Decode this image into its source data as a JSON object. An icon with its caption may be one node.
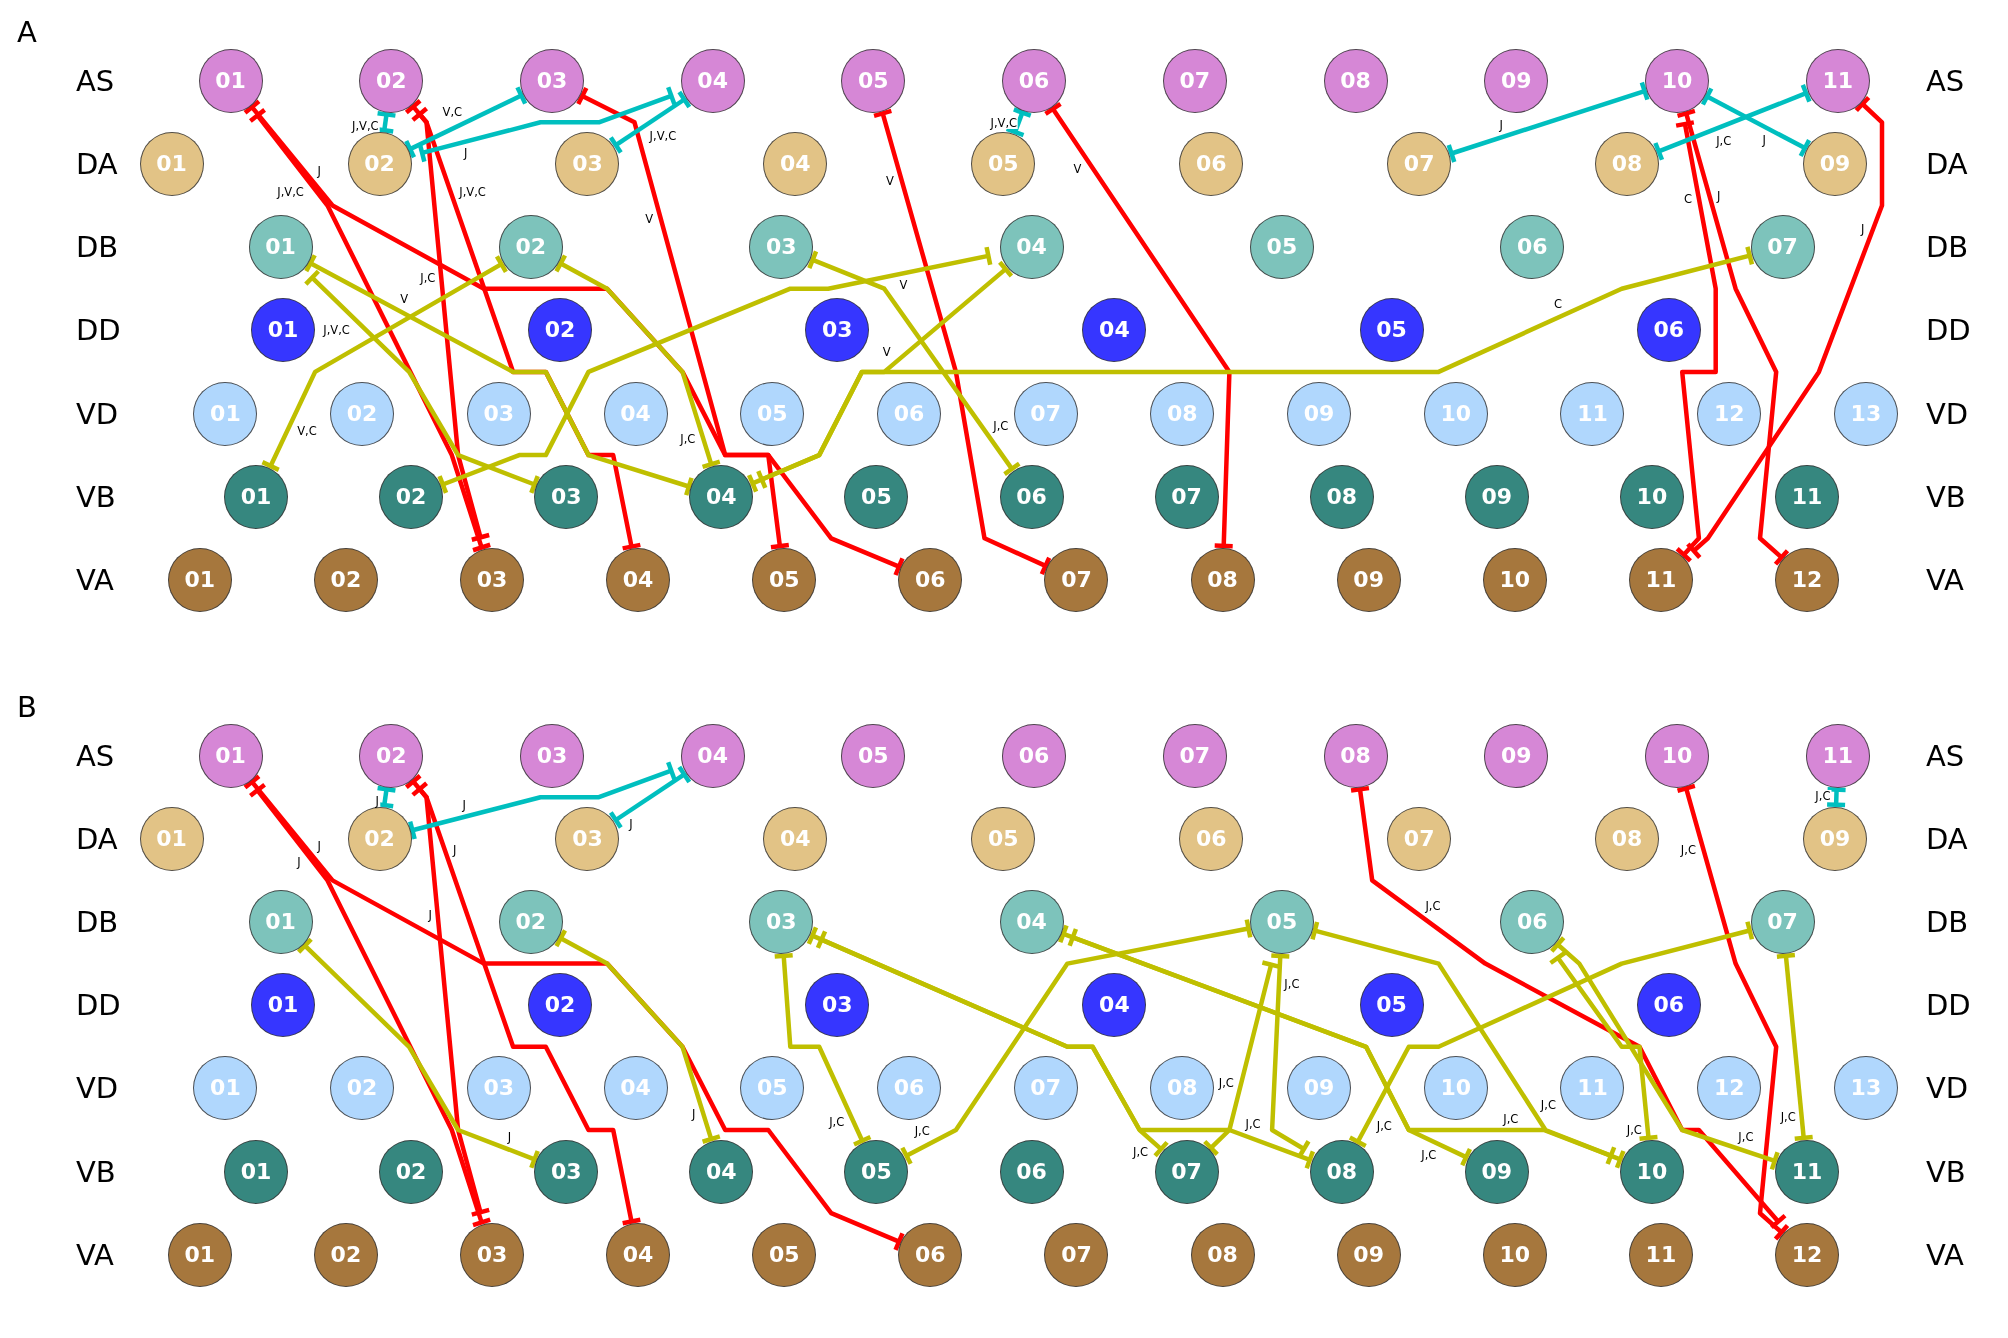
{
  "diagram": {
    "nodes": [
      {
        "text": [
          "01"
        ]
      },
      {
        "text": [
          "02"
        ]
      },
      {
        "text": [
          "03"
        ]
      },
      {
        "text": [
          "04"
        ]
      },
      {
        "text": [
          "05"
        ]
      },
      {
        "text": [
          "06"
        ]
      },
      {
        "text": [
          "07"
        ]
      },
      {
        "text": [
          "08"
        ]
      },
      {
        "text": [
          "09"
        ]
      },
      {
        "text": [
          "10"
        ]
      },
      {
        "text": [
          "11"
        ]
      },
      {
        "text": [
          "01"
        ]
      },
      {
        "text": [
          "02"
        ]
      },
      {
        "text": [
          "03"
        ]
      },
      {
        "text": [
          "04"
        ]
      },
      {
        "text": [
          "05"
        ]
      },
      {
        "text": [
          "06"
        ]
      },
      {
        "text": [
          "07"
        ]
      },
      {
        "text": [
          "08"
        ]
      },
      {
        "text": [
          "09"
        ]
      },
      {
        "text": [
          "01"
        ]
      },
      {
        "text": [
          "02"
        ]
      },
      {
        "text": [
          "03"
        ]
      },
      {
        "text": [
          "04"
        ]
      },
      {
        "text": [
          "05"
        ]
      },
      {
        "text": [
          "06"
        ]
      },
      {
        "text": [
          "07"
        ]
      },
      {
        "text": [
          "01"
        ]
      },
      {
        "text": [
          "02"
        ]
      },
      {
        "text": [
          "03"
        ]
      },
      {
        "text": [
          "04"
        ]
      },
      {
        "text": [
          "05"
        ]
      },
      {
        "text": [
          "06"
        ]
      },
      {
        "text": [
          "01"
        ]
      },
      {
        "text": [
          "02"
        ]
      },
      {
        "text": [
          "03"
        ]
      },
      {
        "text": [
          "04"
        ]
      },
      {
        "text": [
          "05"
        ]
      },
      {
        "text": [
          "06"
        ]
      },
      {
        "text": [
          "07"
        ]
      },
      {
        "text": [
          "08"
        ]
      },
      {
        "text": [
          "09"
        ]
      },
      {
        "text": [
          "10"
        ]
      },
      {
        "text": [
          "11"
        ]
      },
      {
        "text": [
          "12"
        ]
      },
      {
        "text": [
          "13"
        ]
      },
      {
        "text": [
          "01"
        ]
      },
      {
        "text": [
          "02"
        ]
      },
      {
        "text": [
          "03"
        ]
      },
      {
        "text": [
          "04"
        ]
      },
      {
        "text": [
          "05"
        ]
      },
      {
        "text": [
          "06"
        ]
      },
      {
        "text": [
          "07"
        ]
      },
      {
        "text": [
          "08"
        ]
      },
      {
        "text": [
          "09"
        ]
      },
      {
        "text": [
          "10"
        ]
      },
      {
        "text": [
          "11"
        ]
      },
      {
        "text": [
          "01"
        ]
      },
      {
        "text": [
          "02"
        ]
      },
      {
        "text": [
          "03"
        ]
      },
      {
        "text": [
          "04"
        ]
      },
      {
        "text": [
          "05"
        ]
      },
      {
        "text": [
          "06"
        ]
      },
      {
        "text": [
          "07"
        ]
      },
      {
        "text": [
          "08"
        ]
      },
      {
        "text": [
          "09"
        ]
      },
      {
        "text": [
          "10"
        ]
      },
      {
        "text": [
          "11"
        ]
      },
      {
        "text": [
          "12"
        ]
      },
      {
        "text": [
          "01"
        ]
      },
      {
        "text": [
          "02"
        ]
      },
      {
        "text": [
          "03"
        ]
      },
      {
        "text": [
          "04"
        ]
      },
      {
        "text": [
          "05"
        ]
      },
      {
        "text": [
          "06"
        ]
      },
      {
        "text": [
          "07"
        ]
      },
      {
        "text": [
          "08"
        ]
      },
      {
        "text": [
          "09"
        ]
      },
      {
        "text": [
          "10"
        ]
      },
      {
        "text": [
          "11"
        ]
      },
      {
        "text": [
          "01"
        ]
      },
      {
        "text": [
          "02"
        ]
      },
      {
        "text": [
          "03"
        ]
      },
      {
        "text": [
          "04"
        ]
      },
      {
        "text": [
          "05"
        ]
      },
      {
        "text": [
          "06"
        ]
      },
      {
        "text": [
          "07"
        ]
      },
      {
        "text": [
          "08"
        ]
      },
      {
        "text": [
          "09"
        ]
      },
      {
        "text": [
          "01"
        ]
      },
      {
        "text": [
          "02"
        ]
      },
      {
        "text": [
          "03"
        ]
      },
      {
        "text": [
          "04"
        ]
      },
      {
        "text": [
          "05"
        ]
      },
      {
        "text": [
          "06"
        ]
      },
      {
        "text": [
          "07"
        ]
      },
      {
        "text": [
          "01"
        ]
      },
      {
        "text": [
          "02"
        ]
      },
      {
        "text": [
          "03"
        ]
      },
      {
        "text": [
          "04"
        ]
      },
      {
        "text": [
          "05"
        ]
      },
      {
        "text": [
          "06"
        ]
      },
      {
        "text": [
          "01"
        ]
      },
      {
        "text": [
          "02"
        ]
      },
      {
        "text": [
          "03"
        ]
      },
      {
        "text": [
          "04"
        ]
      },
      {
        "text": [
          "05"
        ]
      },
      {
        "text": [
          "06"
        ]
      },
      {
        "text": [
          "07"
        ]
      },
      {
        "text": [
          "08"
        ]
      },
      {
        "text": [
          "09"
        ]
      },
      {
        "text": [
          "10"
        ]
      },
      {
        "text": [
          "11"
        ]
      },
      {
        "text": [
          "12"
        ]
      },
      {
        "text": [
          "13"
        ]
      },
      {
        "text": [
          "01"
        ]
      },
      {
        "text": [
          "02"
        ]
      },
      {
        "text": [
          "03"
        ]
      },
      {
        "text": [
          "04"
        ]
      },
      {
        "text": [
          "05"
        ]
      },
      {
        "text": [
          "06"
        ]
      },
      {
        "text": [
          "07"
        ]
      },
      {
        "text": [
          "08"
        ]
      },
      {
        "text": [
          "09"
        ]
      },
      {
        "text": [
          "10"
        ]
      },
      {
        "text": [
          "11"
        ]
      },
      {
        "text": [
          "01"
        ]
      },
      {
        "text": [
          "02"
        ]
      },
      {
        "text": [
          "03"
        ]
      },
      {
        "text": [
          "04"
        ]
      },
      {
        "text": [
          "05"
        ]
      },
      {
        "text": [
          "06"
        ]
      },
      {
        "text": [
          "07"
        ]
      },
      {
        "text": [
          "08"
        ]
      },
      {
        "text": [
          "09"
        ]
      },
      {
        "text": [
          "10"
        ]
      },
      {
        "text": [
          "11"
        ]
      },
      {
        "text": [
          "12"
        ]
      }
    ],
    "edges": [
      {
        "from": 0,
        "to": 59,
        "arrow": "other",
        "label": "J,V,C",
        "color": "#ff0000"
      },
      {
        "from": 0,
        "to": 62,
        "arrow": "other",
        "label": "J",
        "color": "#ff0000"
      },
      {
        "from": 1,
        "to": 59,
        "arrow": "other",
        "label": "J,C",
        "color": "#ff0000"
      },
      {
        "from": 1,
        "to": 60,
        "arrow": "other",
        "label": "J,V,C",
        "color": "#ff0000"
      },
      {
        "from": 2,
        "to": 61,
        "arrow": "other",
        "label": "V",
        "color": "#ff0000"
      },
      {
        "from": 4,
        "to": 63,
        "arrow": "other",
        "label": "V",
        "color": "#ff0000"
      },
      {
        "from": 5,
        "to": 64,
        "arrow": "other",
        "label": "V",
        "color": "#ff0000"
      },
      {
        "from": 9,
        "to": 67,
        "arrow": "other",
        "label": "C",
        "color": "#ff0000"
      },
      {
        "from": 9,
        "to": 68,
        "arrow": "other",
        "label": "J",
        "color": "#ff0000"
      },
      {
        "from": 10,
        "to": 67,
        "arrow": "other",
        "label": "J",
        "color": "#ff0000"
      },
      {
        "from": 1,
        "to": 12,
        "arrow": "other",
        "label": "J,V,C",
        "color": "#00bfbf"
      },
      {
        "from": 2,
        "to": 12,
        "arrow": "other",
        "label": "V,C",
        "color": "#00bfbf"
      },
      {
        "from": 3,
        "to": 12,
        "arrow": "other",
        "label": "J",
        "color": "#00bfbf"
      },
      {
        "from": 3,
        "to": 13,
        "arrow": "other",
        "label": "J,V,C",
        "color": "#00bfbf"
      },
      {
        "from": 5,
        "to": 15,
        "arrow": "other",
        "label": "J,V,C",
        "color": "#00bfbf"
      },
      {
        "from": 9,
        "to": 17,
        "arrow": "other",
        "label": "J",
        "color": "#00bfbf"
      },
      {
        "from": 10,
        "to": 18,
        "arrow": "other",
        "label": "J,C",
        "color": "#00bfbf"
      },
      {
        "from": 9,
        "to": 19,
        "arrow": "other",
        "label": "J",
        "color": "#00bfbf"
      },
      {
        "from": 20,
        "to": 48,
        "arrow": "other",
        "label": "J,V,C"
      },
      {
        "from": 20,
        "to": 49,
        "arrow": "other",
        "label": "V"
      },
      {
        "from": 21,
        "to": 46,
        "arrow": "other",
        "label": "V,C"
      },
      {
        "from": 21,
        "to": 49,
        "arrow": "other",
        "label": "J,C"
      },
      {
        "from": 22,
        "to": 51,
        "arrow": "other",
        "label": "J,C"
      },
      {
        "from": 23,
        "to": 47,
        "arrow": "other",
        "label": "V"
      },
      {
        "from": 23,
        "to": 49,
        "arrow": "other",
        "label": "V"
      },
      {
        "from": 26,
        "to": 49,
        "arrow": "other",
        "label": "C"
      },
      {
        "from": 69,
        "to": 128,
        "arrow": "other",
        "label": "J",
        "color": "#ff0000"
      },
      {
        "from": 69,
        "to": 131,
        "arrow": "other",
        "label": "J",
        "color": "#ff0000"
      },
      {
        "from": 70,
        "to": 128,
        "arrow": "other",
        "label": "J",
        "color": "#ff0000"
      },
      {
        "from": 70,
        "to": 129,
        "arrow": "other",
        "label": "J",
        "color": "#ff0000"
      },
      {
        "from": 76,
        "to": 137,
        "arrow": "other",
        "label": "J,C",
        "color": "#ff0000"
      },
      {
        "from": 78,
        "to": 137,
        "arrow": "other",
        "label": "J,C",
        "color": "#ff0000"
      },
      {
        "from": 70,
        "to": 81,
        "arrow": "other",
        "label": "J",
        "color": "#00bfbf"
      },
      {
        "from": 72,
        "to": 81,
        "arrow": "other",
        "label": "J",
        "color": "#00bfbf"
      },
      {
        "from": 72,
        "to": 82,
        "arrow": "other",
        "label": "J",
        "color": "#00bfbf"
      },
      {
        "from": 79,
        "to": 88,
        "arrow": "other",
        "label": "J,C",
        "color": "#00bfbf"
      },
      {
        "from": 89,
        "to": 117,
        "arrow": "other",
        "label": "J"
      },
      {
        "from": 90,
        "to": 118,
        "arrow": "other",
        "label": "J"
      },
      {
        "from": 91,
        "to": 119,
        "arrow": "other",
        "label": "J,C"
      },
      {
        "from": 91,
        "to": 121,
        "arrow": "other",
        "label": "J,C"
      },
      {
        "from": 91,
        "to": 122,
        "arrow": "other",
        "label": "J,C"
      },
      {
        "from": 92,
        "to": 123,
        "arrow": "other",
        "label": "J,C"
      },
      {
        "from": 92,
        "to": 124,
        "arrow": "other",
        "label": "J,C"
      },
      {
        "from": 93,
        "to": 119,
        "arrow": "other",
        "label": "J,C"
      },
      {
        "from": 93,
        "to": 121,
        "arrow": "other",
        "label": "J,C"
      },
      {
        "from": 93,
        "to": 122,
        "arrow": "other",
        "label": "J,C"
      },
      {
        "from": 93,
        "to": 124,
        "arrow": "other",
        "label": "J,C"
      },
      {
        "from": 94,
        "to": 124,
        "arrow": "other",
        "label": "J,C"
      },
      {
        "from": 94,
        "to": 125,
        "arrow": "other",
        "label": "J,C"
      },
      {
        "from": 95,
        "to": 122,
        "arrow": "other",
        "label": "J,C"
      },
      {
        "from": 95,
        "to": 125,
        "arrow": "other",
        "label": "J,C"
      }
    ],
    "labels": [
      "A",
      "AS",
      "AS",
      "DA",
      "DA",
      "DB",
      "DB",
      "DD",
      "DD",
      "VD",
      "VD",
      "VB",
      "VB",
      "VA",
      "VA",
      "B",
      "AS",
      "AS",
      "DA",
      "DA",
      "DB",
      "DB",
      "DD",
      "DD",
      "VD",
      "VD",
      "VB",
      "VB",
      "VA",
      "VA"
    ]
  }
}
